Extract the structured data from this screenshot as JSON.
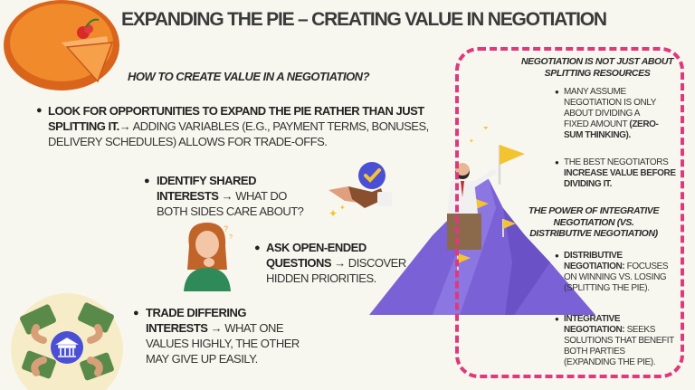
{
  "title": "EXPANDING THE PIE – CREATING VALUE IN NEGOTIATION",
  "subtitle": "HOW TO CREATE VALUE IN A NEGOTIATION?",
  "point1": {
    "bold": "LOOK FOR OPPORTUNITIES TO EXPAND THE PIE RATHER THAN JUST SPLITTING IT.",
    "rest": "→ ADDING VARIABLES (E.G., PAYMENT TERMS, BONUSES, DELIVERY SCHEDULES) ALLOWS FOR TRADE-OFFS."
  },
  "point2": {
    "bold": "IDENTIFY SHARED INTERESTS",
    "rest": " → WHAT DO BOTH SIDES CARE ABOUT?"
  },
  "point3": {
    "bold": "ASK OPEN-ENDED QUESTIONS",
    "rest": " → DISCOVER HIDDEN PRIORITIES."
  },
  "point4": {
    "bold": "TRADE DIFFERING INTERESTS",
    "rest": " → WHAT ONE VALUES HIGHLY, THE OTHER MAY GIVE UP EASILY."
  },
  "panel": {
    "head1": "NEGOTIATION IS NOT JUST ABOUT SPLITTING RESOURCES",
    "item1": {
      "rest": "MANY ASSUME NEGOTIATION IS ONLY ABOUT DIVIDING A FIXED AMOUNT ",
      "bold": "(ZERO-SUM THINKING)."
    },
    "item2": {
      "rest": "THE BEST NEGOTIATORS ",
      "bold": "INCREASE VALUE BEFORE DIVIDING IT."
    },
    "head2": "THE POWER OF INTEGRATIVE NEGOTIATION (VS. DISTRIBUTIVE NEGOTIATION)",
    "item3": {
      "bold": "DISTRIBUTIVE NEGOTIATION:",
      "rest": " FOCUSES ON WINNING VS. LOSING (SPLITTING THE PIE)."
    },
    "item4": {
      "bold": "INTEGRATIVE NEGOTIATION:",
      "rest": " SEEKS SOLUTIONS THAT BENEFIT BOTH PARTIES (EXPANDING THE PIE)."
    }
  },
  "colors": {
    "accent": "#e0387d",
    "mountain": "#7a62d6",
    "flag": "#f4c430"
  },
  "icons": [
    "pie-icon",
    "handshake-icon",
    "thinking-woman-icon",
    "money-circle-icon",
    "mountain-summit-icon"
  ]
}
